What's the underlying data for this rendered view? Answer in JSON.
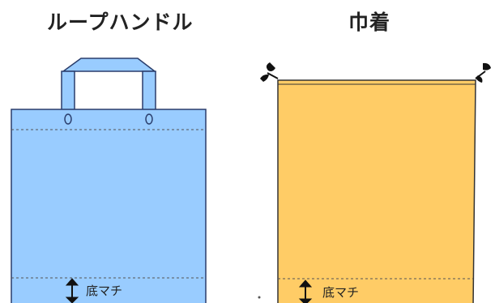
{
  "diagrams": [
    {
      "title": "ループハンドル",
      "gusset_label": "底マチ",
      "fill_color": "#99ccff",
      "stroke_color": "#2a3d6b"
    },
    {
      "title": "巾着",
      "gusset_label": "底マチ",
      "fill_color": "#ffcc66",
      "stroke_color": "#333333"
    }
  ],
  "colors": {
    "dashed_line": "#555555",
    "arrow": "#111111"
  }
}
